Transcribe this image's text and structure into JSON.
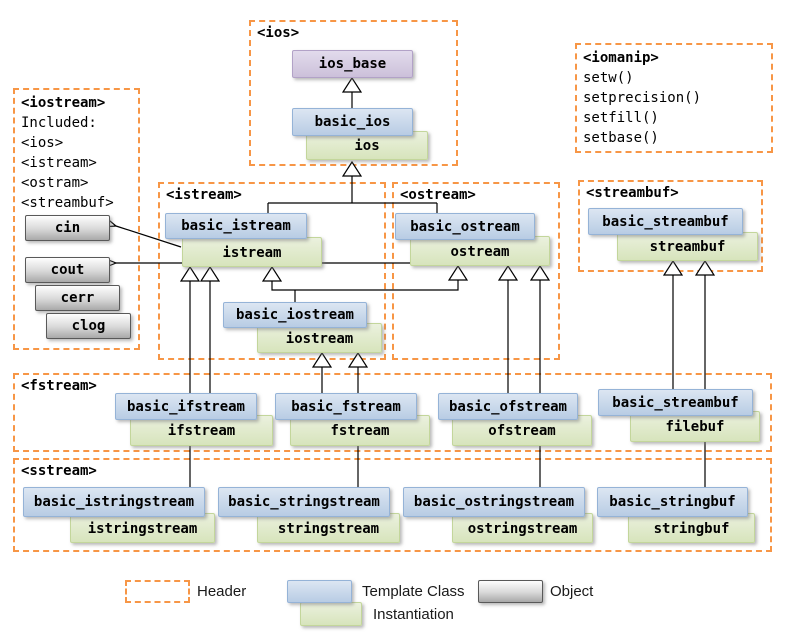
{
  "headers": {
    "ios": {
      "label": "<ios>"
    },
    "iomanip": {
      "label": "<iomanip>",
      "functions": [
        "setw()",
        "setprecision()",
        "setfill()",
        "setbase()"
      ]
    },
    "iostream": {
      "label": "<iostream>",
      "included_title": "Included:",
      "included": [
        "<ios>",
        "<istream>",
        "<ostram>",
        "<streambuf>"
      ]
    },
    "istream": {
      "label": "<istream>"
    },
    "ostream": {
      "label": "<ostream>"
    },
    "streambuf": {
      "label": "<streambuf>"
    },
    "fstream": {
      "label": "<fstream>"
    },
    "sstream": {
      "label": "<sstream>"
    }
  },
  "classes": {
    "ios_base": {
      "label": "ios_base"
    },
    "basic_ios": {
      "template": "basic_ios",
      "instantiation": "ios"
    },
    "basic_istream": {
      "template": "basic_istream",
      "instantiation": "istream"
    },
    "basic_ostream": {
      "template": "basic_ostream",
      "instantiation": "ostream"
    },
    "basic_streambuf": {
      "template": "basic_streambuf",
      "instantiation": "streambuf"
    },
    "basic_iostream": {
      "template": "basic_iostream",
      "instantiation": "iostream"
    },
    "basic_ifstream": {
      "template": "basic_ifstream",
      "instantiation": "ifstream"
    },
    "basic_fstream": {
      "template": "basic_fstream",
      "instantiation": "fstream"
    },
    "basic_ofstream": {
      "template": "basic_ofstream",
      "instantiation": "ofstream"
    },
    "basic_filebuf": {
      "template": "basic_streambuf",
      "instantiation": "filebuf"
    },
    "basic_istringstream": {
      "template": "basic_istringstream",
      "instantiation": "istringstream"
    },
    "basic_stringstream": {
      "template": "basic_stringstream",
      "instantiation": "stringstream"
    },
    "basic_ostringstream": {
      "template": "basic_ostringstream",
      "instantiation": "ostringstream"
    },
    "basic_stringbuf": {
      "template": "basic_stringbuf",
      "instantiation": "stringbuf"
    }
  },
  "objects": {
    "cin": "cin",
    "cout": "cout",
    "cerr": "cerr",
    "clog": "clog"
  },
  "legend": {
    "header": "Header",
    "template_class": "Template Class",
    "instantiation": "Instantiation",
    "object": "Object"
  },
  "colors": {
    "accent_orange": "#F79646",
    "template_blue": "#B8CCE4",
    "instantiation_green": "#D7E4BC",
    "base_purple": "#CCC0DA",
    "object_gray": "#BFBFBF"
  }
}
